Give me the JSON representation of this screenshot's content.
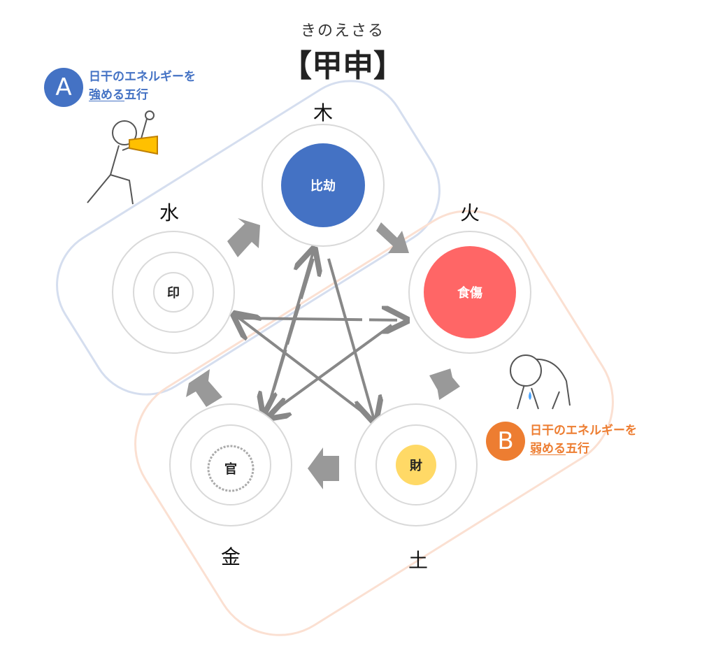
{
  "header": {
    "ruby": "きのえさる",
    "title": "【甲申】"
  },
  "elements": {
    "wood": "木",
    "fire": "火",
    "earth": "土",
    "metal": "金",
    "water": "水"
  },
  "inner": {
    "wood": "比劫",
    "fire": "食傷",
    "earth": "財",
    "metal": "官",
    "water": "印"
  },
  "note_a": {
    "badge": "A",
    "line1": "日干のエネルギーを",
    "line2_u": "強める",
    "line2_rest": "五行"
  },
  "note_b": {
    "badge": "B",
    "line1": "日干のエネルギーを",
    "line2_u": "弱める",
    "line2_rest": "五行"
  },
  "colors": {
    "blue": "#4472c4",
    "orange": "#ed7d31",
    "red": "#ff6666",
    "yellow": "#ffd966",
    "gray": "#8c8c8c"
  }
}
